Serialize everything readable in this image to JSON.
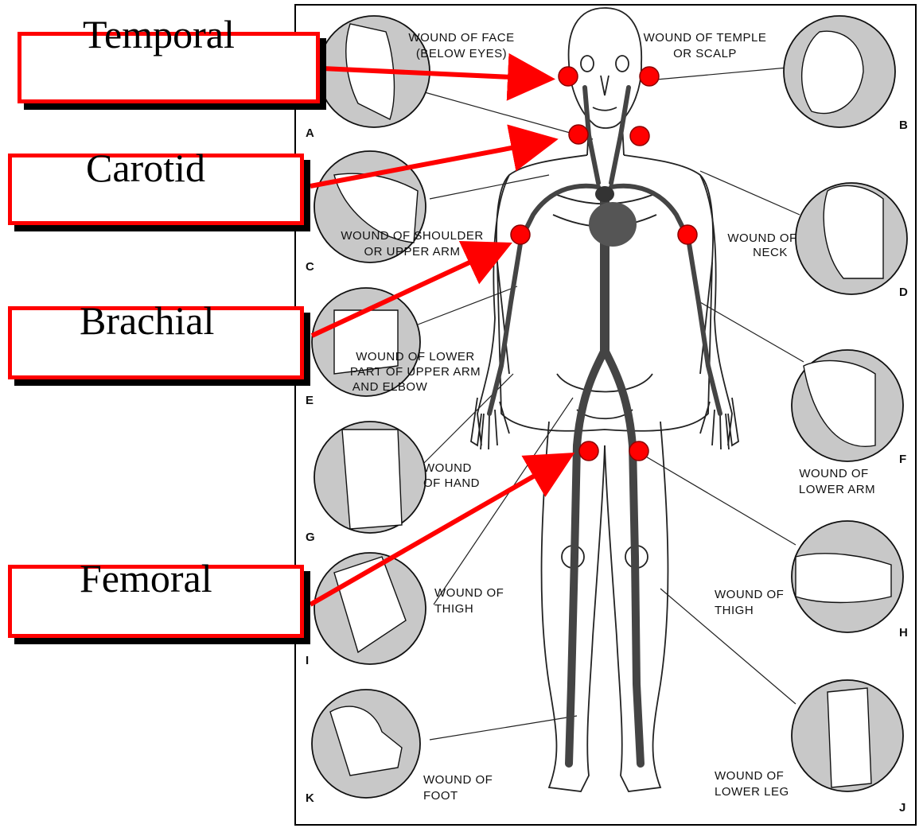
{
  "callouts": {
    "temporal": "Temporal",
    "carotid": "Carotid",
    "brachial": "Brachial",
    "femoral": "Femoral"
  },
  "captions": {
    "A_line1": "WOUND OF FACE",
    "A_line2": "(BELOW EYES)",
    "B_line1": "WOUND OF TEMPLE",
    "B_line2": "OR SCALP",
    "C_line1": "WOUND OF SHOULDER",
    "C_line2": "OR UPPER ARM",
    "D_line1": "WOUND OF",
    "D_line2": "NECK",
    "E_line1": "WOUND OF LOWER",
    "E_line2": "PART OF UPPER ARM",
    "E_line3": "AND ELBOW",
    "F_line1": "WOUND OF",
    "F_line2": "LOWER ARM",
    "G_line1": "WOUND",
    "G_line2": "OF HAND",
    "H_line1": "WOUND OF",
    "H_line2": "THIGH",
    "I_line1": "WOUND OF",
    "I_line2": "THIGH",
    "J_line1": "WOUND OF",
    "J_line2": "LOWER LEG",
    "K_line1": "WOUND OF",
    "K_line2": "FOOT"
  },
  "letters": {
    "A": "A",
    "B": "B",
    "C": "C",
    "D": "D",
    "E": "E",
    "F": "F",
    "G": "G",
    "H": "H",
    "I": "I",
    "J": "J",
    "K": "K"
  },
  "colors": {
    "accent": "#ff0000",
    "artery": "#444444",
    "inset_fill": "#c8c8c8"
  }
}
